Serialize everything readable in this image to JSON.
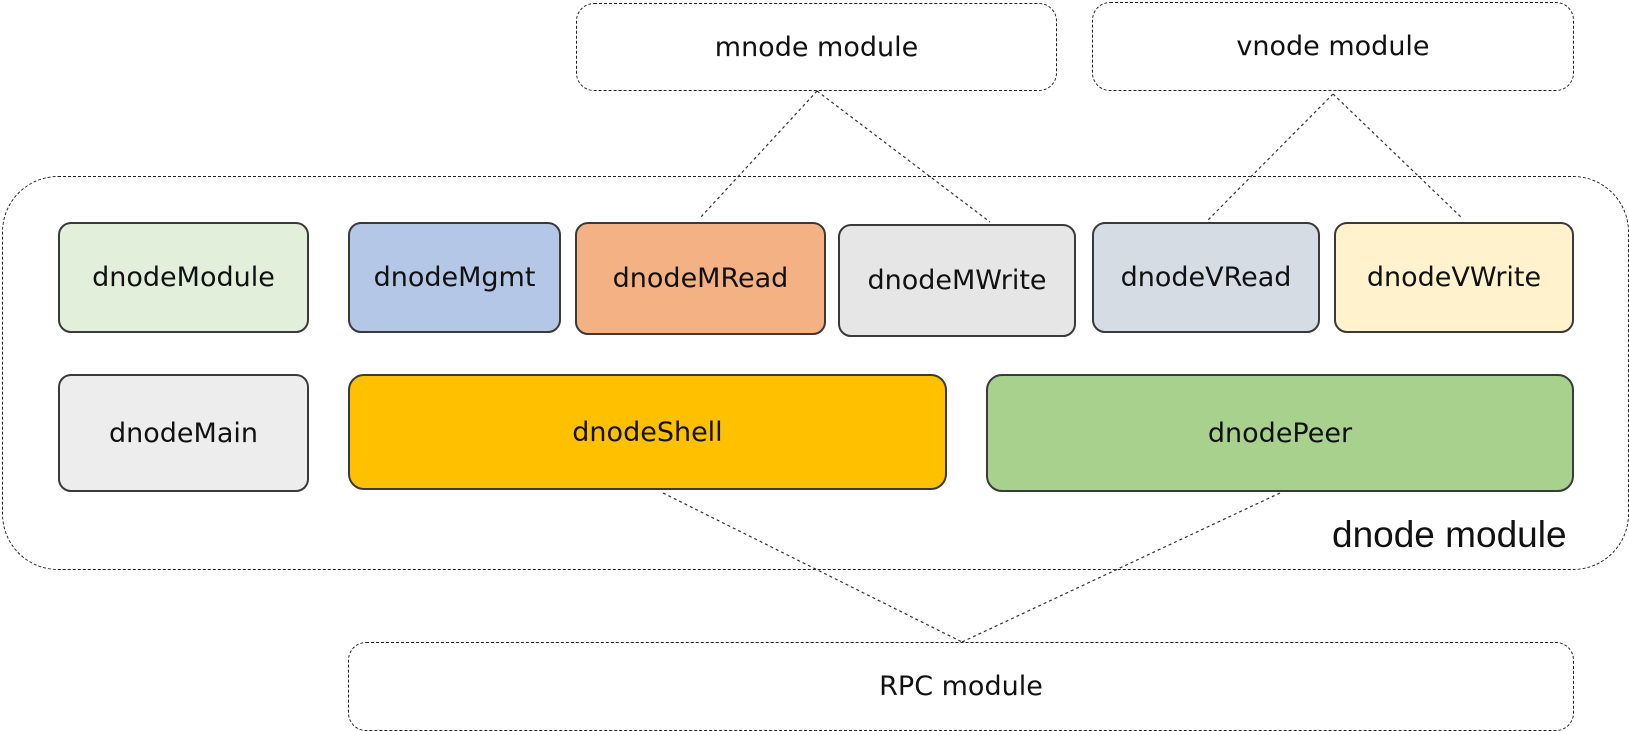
{
  "modules": {
    "mnode": "mnode module",
    "vnode": "vnode module",
    "dnode": "dnode module",
    "rpc": "RPC module"
  },
  "components": {
    "dnodeModule": {
      "label": "dnodeModule",
      "color": "#e2efda"
    },
    "dnodeMgmt": {
      "label": "dnodeMgmt",
      "color": "#b4c7e7"
    },
    "dnodeMRead": {
      "label": "dnodeMRead",
      "color": "#f4b183"
    },
    "dnodeMWrite": {
      "label": "dnodeMWrite",
      "color": "#e7e6e6"
    },
    "dnodeVRead": {
      "label": "dnodeVRead",
      "color": "#d6dce4"
    },
    "dnodeVWrite": {
      "label": "dnodeVWrite",
      "color": "#fff2cc"
    },
    "dnodeMain": {
      "label": "dnodeMain",
      "color": "#ededed"
    },
    "dnodeShell": {
      "label": "dnodeShell",
      "color": "#ffc000"
    },
    "dnodePeer": {
      "label": "dnodePeer",
      "color": "#a9d18e"
    }
  }
}
